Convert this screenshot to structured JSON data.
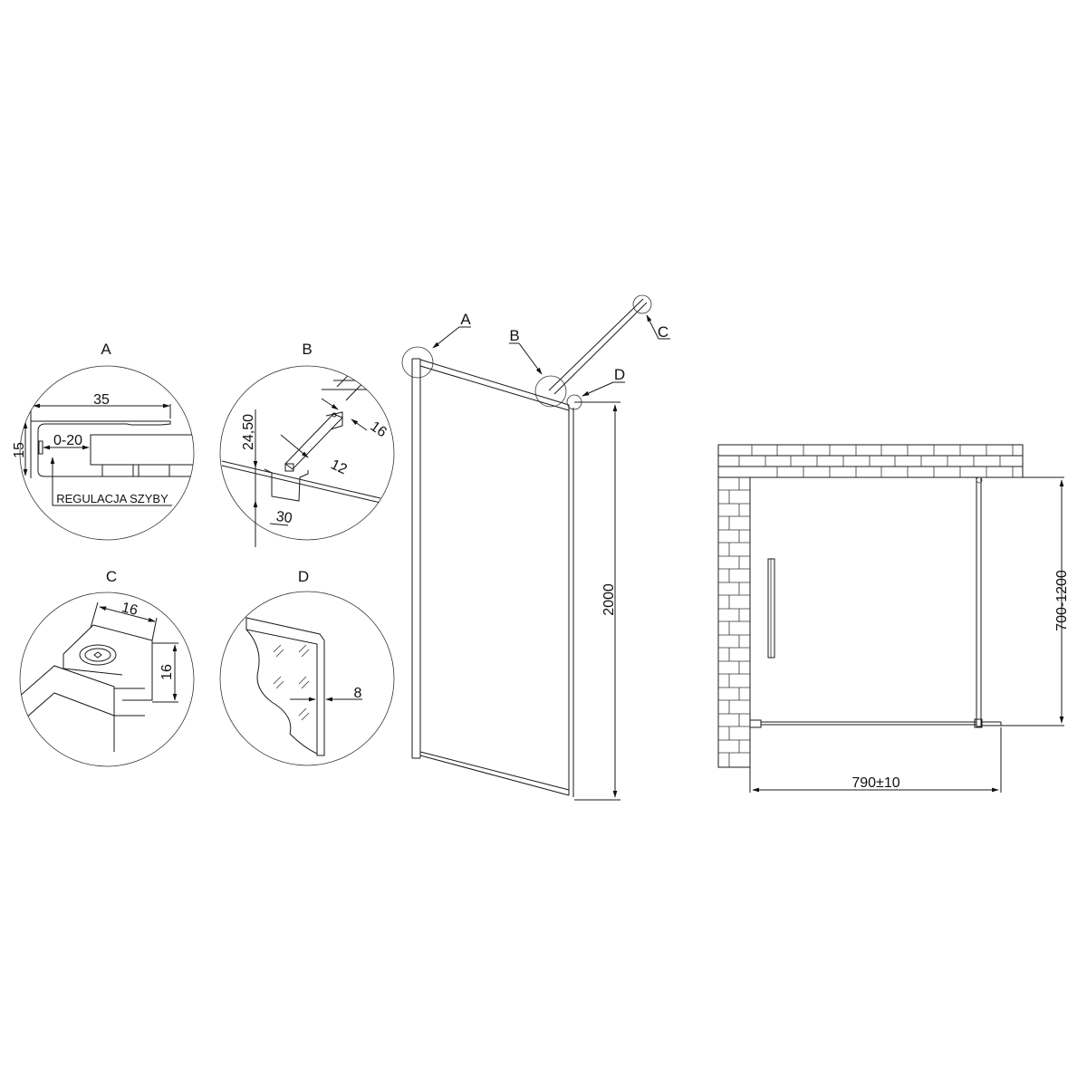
{
  "details": {
    "A": {
      "label": "A",
      "dim_width": "35",
      "dim_height": "15",
      "dim_adjust": "0-20",
      "note": "REGULACJA SZYBY"
    },
    "B": {
      "label": "B",
      "dim_height": "24,50",
      "dim_bar": "12",
      "dim_bracket": "16",
      "dim_base": "30"
    },
    "C": {
      "label": "C",
      "dim_width": "16",
      "dim_height": "16"
    },
    "D": {
      "label": "D",
      "dim_glass": "8"
    }
  },
  "elevation": {
    "callouts": [
      "A",
      "B",
      "C",
      "D"
    ],
    "height": "2000"
  },
  "plan": {
    "depth": "700-1200",
    "width": "790±10"
  }
}
